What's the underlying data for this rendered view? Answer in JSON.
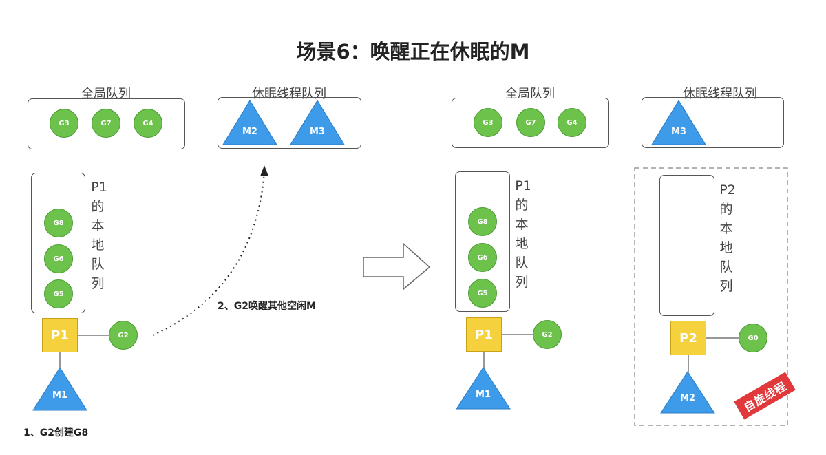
{
  "title": "场景6：唤醒正在休眠的M",
  "left": {
    "global_queue_label": "全局队列",
    "global_queue": [
      "G3",
      "G7",
      "G4"
    ],
    "sleep_queue_label": "休眠线程队列",
    "sleep_queue": [
      "M2",
      "M3"
    ],
    "local_queue_label": [
      "P1",
      "的",
      "本",
      "地",
      "队",
      "列"
    ],
    "local_queue": [
      "G8",
      "G6",
      "G5"
    ],
    "processor": "P1",
    "running_g": "G2",
    "machine": "M1",
    "note_wake": "2、G2唤醒其他空闲M",
    "note_create": "1、G2创建G8"
  },
  "right": {
    "global_queue_label": "全局队列",
    "global_queue": [
      "G3",
      "G7",
      "G4"
    ],
    "sleep_queue_label": "休眠线程队列",
    "sleep_queue": [
      "M3"
    ],
    "p1_local_queue_label": [
      "P1",
      "的",
      "本",
      "地",
      "队",
      "列"
    ],
    "p1_local_queue": [
      "G8",
      "G6",
      "G5"
    ],
    "p1": "P1",
    "p1_running_g": "G2",
    "p1_machine": "M1",
    "p2_local_queue_label": [
      "P2",
      "的",
      "本",
      "地",
      "队",
      "列"
    ],
    "p2": "P2",
    "p2_running_g": "G0",
    "p2_machine": "M2",
    "spinning_stamp": "自旋线程"
  },
  "colors": {
    "goroutine": "#6cc24a",
    "processor": "#f6d13e",
    "machine": "#3d9be9",
    "stamp": "#e0383b"
  }
}
